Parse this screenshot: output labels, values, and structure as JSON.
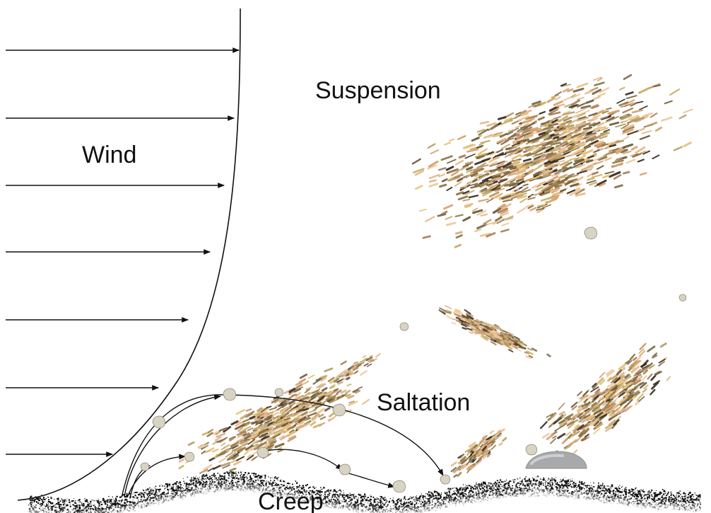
{
  "labels": {
    "wind": "Wind",
    "suspension": "Suspension",
    "saltation": "Saltation",
    "creep": "Creep"
  },
  "colors": {
    "ink": "#111111",
    "ground": "#111111",
    "boulder": "#a9abad",
    "particle_fill": "#d9d3c3",
    "particle_stroke": "#8f8a7c",
    "dash_palette": [
      "#e8b98c",
      "#d7a36f",
      "#b99a6a",
      "#8c7a45",
      "#6f5a3a",
      "#3b2e22",
      "#f0c9a0",
      "#c9b26d",
      "#e6c27a",
      "#a9825a",
      "#7a6a4a",
      "#d4b08a"
    ]
  },
  "icons": {
    "particle": "sand-grain-icon",
    "boulder": "boulder-icon",
    "arrow": "wind-arrow-icon"
  }
}
